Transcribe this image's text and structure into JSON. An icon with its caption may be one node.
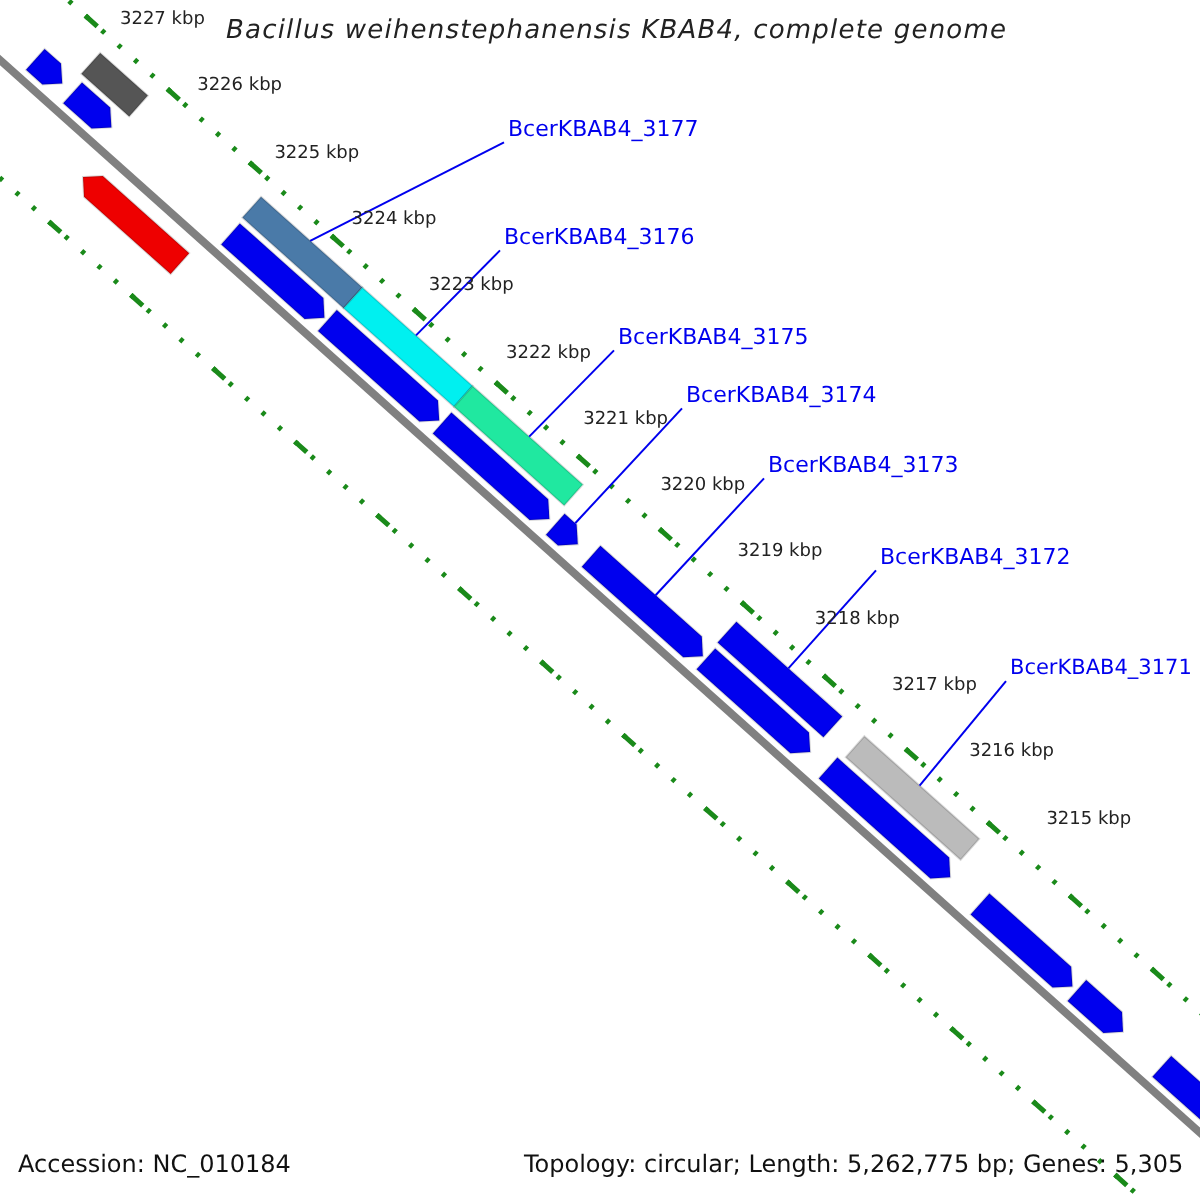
{
  "diagram": {
    "title": "Bacillus weihenstephanensis KBAB4, complete genome",
    "nodes": [
      {
        "text": [
          "BcerKBAB4_3177"
        ]
      },
      {
        "text": [
          "BcerKBAB4_3176"
        ]
      },
      {
        "text": [
          "BcerKBAB4_3175"
        ]
      },
      {
        "text": [
          "BcerKBAB4_3174"
        ]
      },
      {
        "text": [
          "BcerKBAB4_3173"
        ]
      },
      {
        "text": [
          "BcerKBAB4_3172"
        ]
      },
      {
        "text": [
          "BcerKBAB4_3171"
        ]
      },
      {
        "text": [],
        "shape": "bar"
      },
      {
        "text": [],
        "shape": "bar"
      },
      {
        "text": [],
        "shape": "bar"
      },
      {
        "text": [],
        "shape": "bar"
      },
      {
        "text": [],
        "shape": "bar"
      },
      {
        "text": [],
        "shape": "bar"
      },
      {
        "text": [],
        "shape": "bar"
      },
      {
        "text": [],
        "shape": "bar"
      },
      {
        "text": [],
        "shape": "bar"
      },
      {
        "text": [],
        "shape": "bar"
      },
      {
        "text": [],
        "shape": "bar"
      },
      {
        "text": [],
        "shape": "bar"
      },
      {
        "text": [],
        "shape": "bar"
      },
      {
        "text": [],
        "shape": "bar"
      },
      {
        "text": [],
        "shape": "bar"
      },
      {
        "text": [],
        "shape": "bar"
      },
      {
        "text": [],
        "shape": "bar"
      },
      {
        "text": [],
        "shape": "bar"
      },
      {
        "text": [],
        "shape": "bar"
      }
    ],
    "edges": [
      {
        "from": 0,
        "to": 11,
        "arrow": "none"
      },
      {
        "from": 1,
        "to": 14,
        "arrow": "none"
      },
      {
        "from": 2,
        "to": 15,
        "arrow": "none"
      },
      {
        "from": 3,
        "to": 17,
        "arrow": "none"
      },
      {
        "from": 4,
        "to": 18,
        "arrow": "none"
      },
      {
        "from": 5,
        "to": 19,
        "arrow": "none"
      },
      {
        "from": 6,
        "to": 22,
        "arrow": "none"
      }
    ],
    "labels": [
      "3227 kbp",
      "3226 kbp",
      "3225 kbp",
      "3224 kbp",
      "3223 kbp",
      "3222 kbp",
      "3221 kbp",
      "3220 kbp",
      "3219 kbp",
      "3218 kbp",
      "3217 kbp",
      "3216 kbp",
      "3215 kbp",
      "Accession: NC_010184",
      "Topology: circular; Length: 5,262,775 bp; Genes: 5,305"
    ]
  }
}
